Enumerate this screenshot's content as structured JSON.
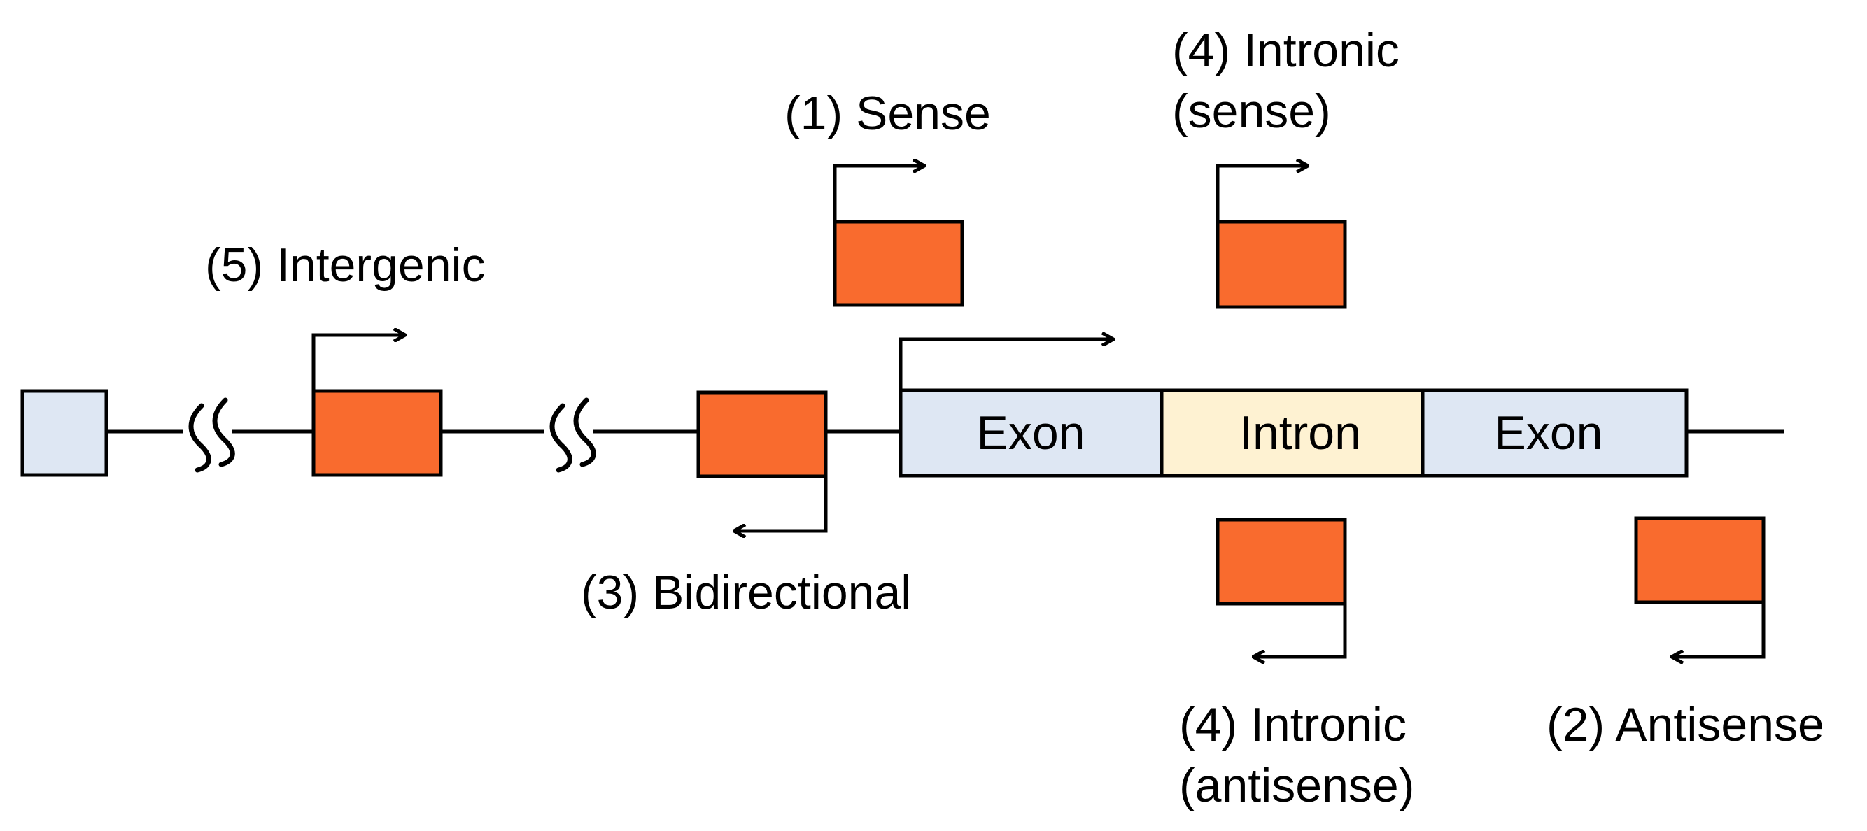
{
  "colors": {
    "lncrna": "#F96B2E",
    "exon": "#DEE7F3",
    "intron": "#FEF2D2",
    "stroke": "#000000"
  },
  "gene": {
    "exon1_label": "Exon",
    "intron_label": "Intron",
    "exon2_label": "Exon"
  },
  "labels": {
    "sense": "(1) Sense",
    "intronic_sense_line1": "(4) Intronic",
    "intronic_sense_line2": "(sense)",
    "intergenic": "(5) Intergenic",
    "bidirectional": "(3) Bidirectional",
    "intronic_antisense_line1": "(4) Intronic",
    "intronic_antisense_line2": "(antisense)",
    "antisense": "(2) Antisense"
  }
}
